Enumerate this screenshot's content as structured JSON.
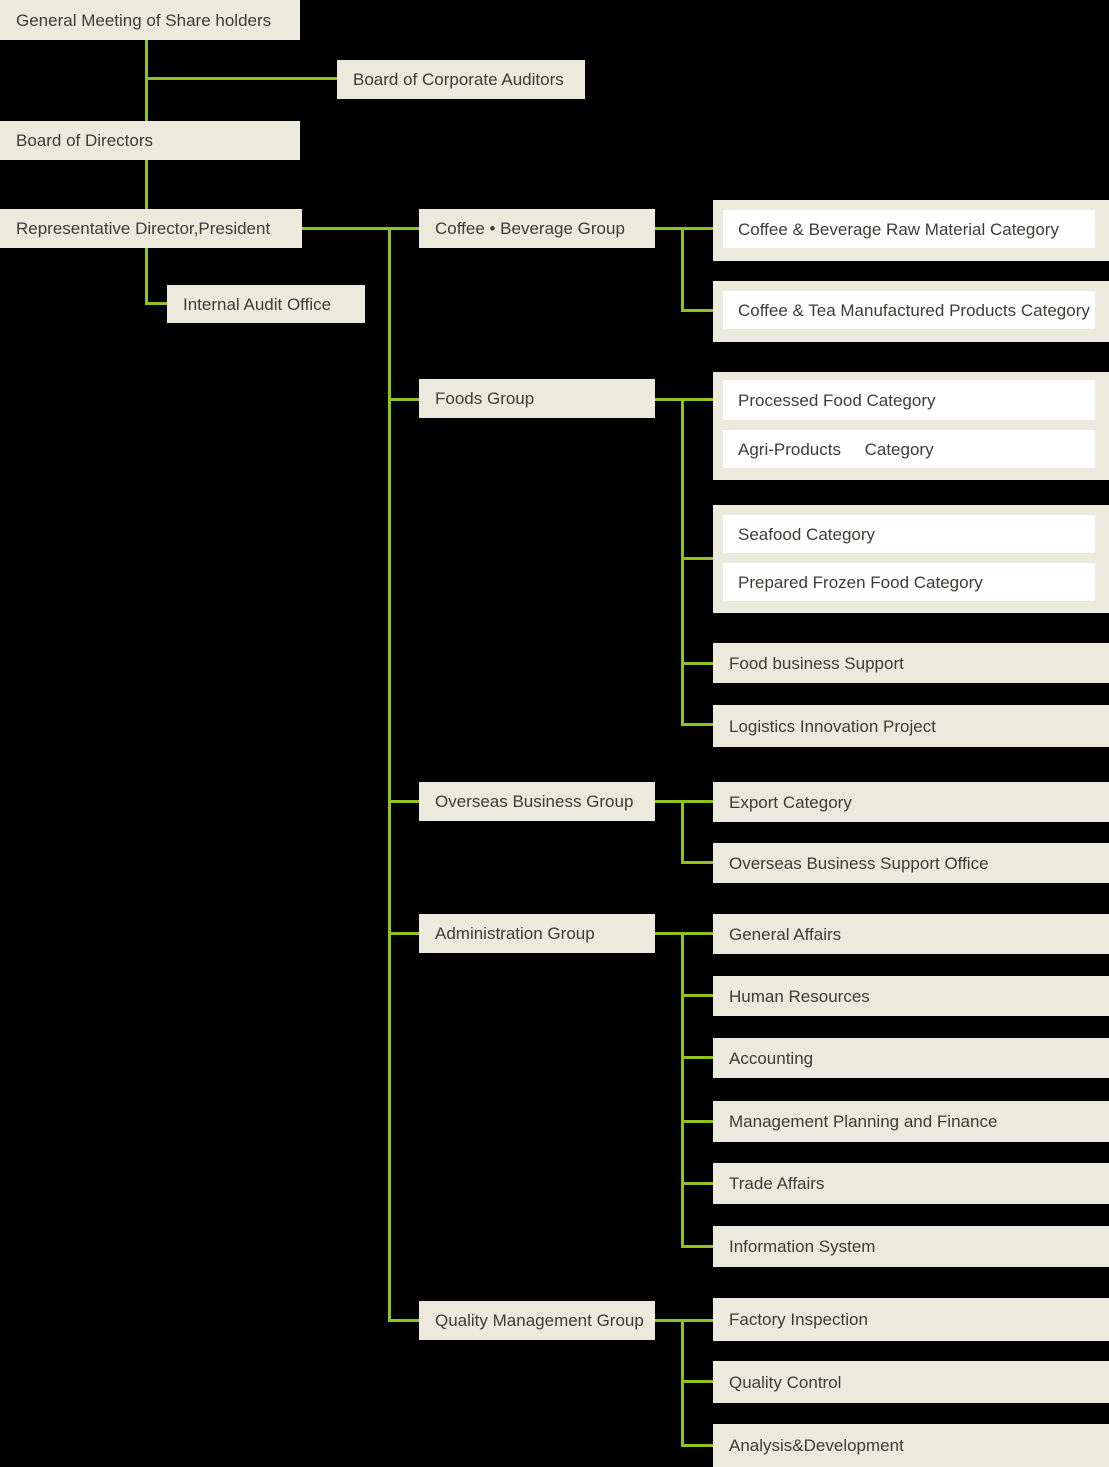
{
  "colors": {
    "background": "#000000",
    "box_fill": "#ECEADD",
    "white_fill": "#FFFFFF",
    "connector": "#8FC31F",
    "text": "#3C3C39"
  },
  "labels": {
    "general-meeting": "General Meeting of Share holders",
    "board-of-corporate-auditors": "Board of Corporate Auditors",
    "board-of-directors": "Board of Directors",
    "representative-director": "Representative Director,President",
    "internal-audit-office": "Internal Audit Office",
    "coffee-beverage-group": "Coffee • Beverage Group",
    "coffee-beverage-raw-material-category": "Coffee & Beverage Raw Material Category",
    "coffee-tea-manufactured-products-category": "Coffee & Tea Manufactured Products Category",
    "foods-group": "Foods Group",
    "processed-food-category": "Processed Food Category",
    "agri-products-category": "Agri-Products     Category",
    "seafood-category": "Seafood Category",
    "prepared-frozen-food-category": "Prepared Frozen Food Category",
    "food-business-support": "Food business Support",
    "logistics-innovation-project": "Logistics Innovation Project",
    "overseas-business-group": "Overseas Business Group",
    "export-category": "Export Category",
    "overseas-business-support-office": "Overseas Business Support Office",
    "administration-group": "Administration Group",
    "general-affairs": "General Affairs",
    "human-resources": "Human Resources",
    "accounting": "Accounting",
    "management-planning-and-finance": "Management Planning and Finance",
    "trade-affairs": "Trade Affairs",
    "information-system": "Information System",
    "quality-management-group": "Quality Management Group",
    "factory-inspection": "Factory Inspection",
    "quality-control": "Quality Control",
    "analysis-development": "Analysis&Development"
  },
  "org_chart": {
    "structure": {
      "general-meeting": [
        "board-of-corporate-auditors",
        "board-of-directors"
      ],
      "board-of-directors": [
        "representative-director"
      ],
      "representative-director": [
        "internal-audit-office",
        "coffee-beverage-group",
        "foods-group",
        "overseas-business-group",
        "administration-group",
        "quality-management-group"
      ],
      "coffee-beverage-group": [
        "coffee-beverage-raw-material-category",
        "coffee-tea-manufactured-products-category"
      ],
      "foods-group": [
        "processed-food-category",
        "agri-products-category",
        "seafood-category",
        "prepared-frozen-food-category",
        "food-business-support",
        "logistics-innovation-project"
      ],
      "overseas-business-group": [
        "export-category",
        "overseas-business-support-office"
      ],
      "administration-group": [
        "general-affairs",
        "human-resources",
        "accounting",
        "management-planning-and-finance",
        "trade-affairs",
        "information-system"
      ],
      "quality-management-group": [
        "factory-inspection",
        "quality-control",
        "analysis-development"
      ]
    }
  }
}
